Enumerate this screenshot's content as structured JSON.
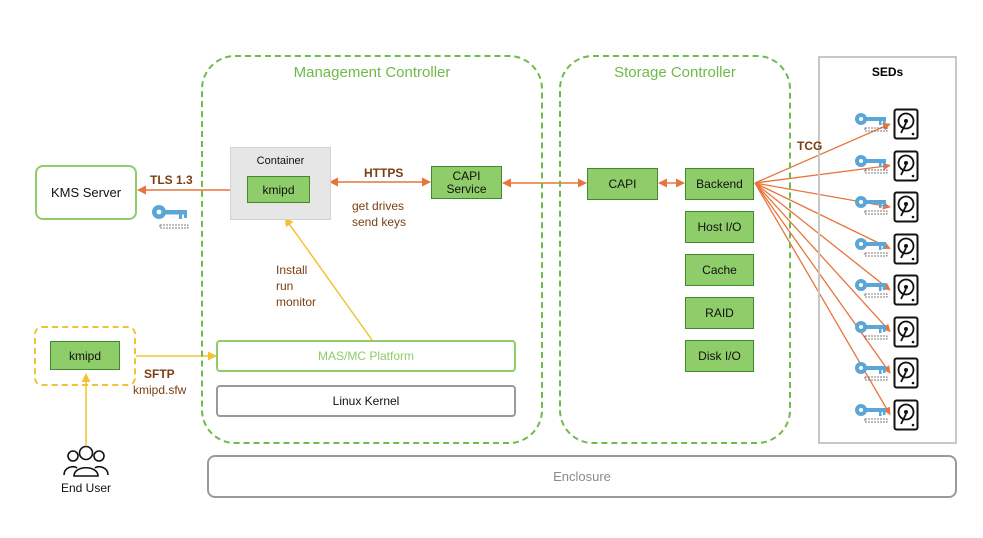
{
  "regions": {
    "management": "Management Controller",
    "storage": "Storage Controller",
    "seds": "SEDs",
    "enclosure": "Enclosure"
  },
  "nodes": {
    "kms_server": "KMS Server",
    "container": "Container",
    "kmipd_container": "kmipd",
    "capi_service": "CAPI\nService",
    "capi": "CAPI",
    "backend": "Backend",
    "host_io": "Host I/O",
    "cache": "Cache",
    "raid": "RAID",
    "disk_io": "Disk I/O",
    "mas_platform": "MAS/MC Platform",
    "linux_kernel": "Linux Kernel",
    "kmipd_user": "kmipd",
    "end_user": "End User"
  },
  "edge_labels": {
    "tls": "TLS 1.3",
    "https": "HTTPS",
    "get_drives": "get drives\nsend keys",
    "install": "Install\nrun\nmonitor",
    "sftp": "SFTP",
    "sftp_file": "kmipd.sfw",
    "tcg": "TCG"
  },
  "sed_count": 8,
  "colors": {
    "green_fill": "#8fcc6a",
    "green_stroke": "#3f8a2a",
    "green_dash": "#6fba48",
    "orange": "#e8743b",
    "yellow": "#f3c232",
    "brown": "#7a3e12",
    "grey": "#9a9a9a",
    "key_blue": "#5aa6d6"
  },
  "icons": [
    "key-icon",
    "hard-drive-icon",
    "users-icon"
  ]
}
